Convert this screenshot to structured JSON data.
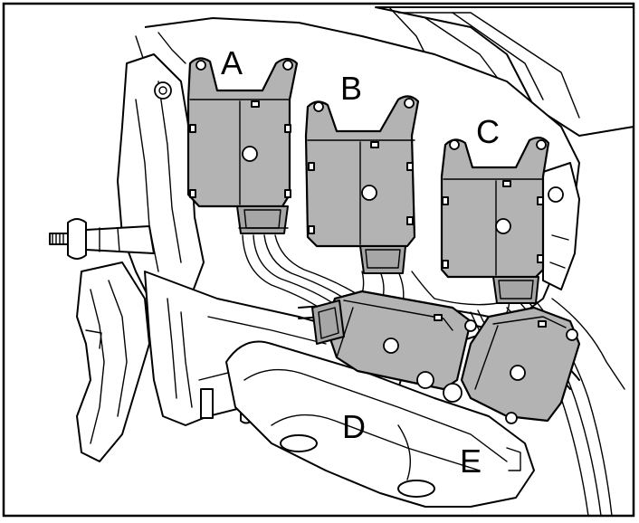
{
  "diagram": {
    "labels": {
      "a": "A",
      "b": "B",
      "c": "C",
      "d": "D",
      "e": "E"
    },
    "colors": {
      "actuator_fill": "#b3b3b3",
      "line": "#000000",
      "background": "#ffffff"
    }
  }
}
